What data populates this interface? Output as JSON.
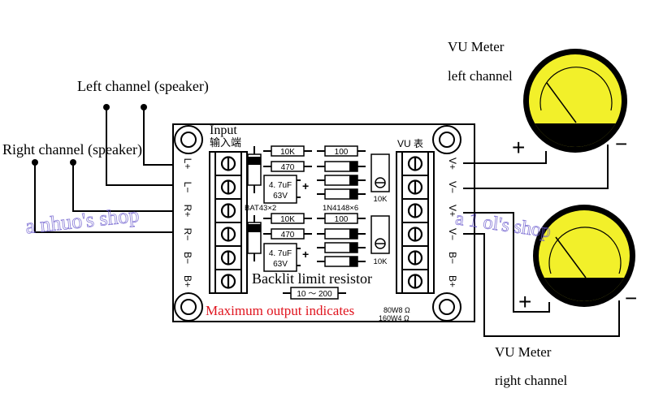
{
  "labels": {
    "left_channel": "Left channel (speaker)",
    "right_channel": "Right channel (speaker)",
    "vu_left_line1": "VU Meter",
    "vu_left_line2": "left channel",
    "vu_right_line1": "VU Meter",
    "vu_right_line2": "right channel",
    "input_en": "Input",
    "input_cn": "输入端",
    "vu_cn": "VU 表",
    "backlit": "Backlit limit resistor",
    "max_output": "Maximum output indicates",
    "power_line1": "80W8 Ω",
    "power_line2": "160W4 Ω",
    "plus": "+",
    "minus": "−"
  },
  "board": {
    "input_pins": [
      "L+",
      "L−",
      "R+",
      "R−",
      "B−",
      "B+"
    ],
    "output_pins": [
      "V+",
      "V−",
      "V+",
      "V−",
      "B−",
      "B+"
    ],
    "schottky_label": "BAT43×2",
    "diode_label": "1N4148×6",
    "resistors_top": [
      "10K",
      "470"
    ],
    "resistors_bottom": [
      "10K",
      "470"
    ],
    "res_100_top": "100",
    "res_100_bottom": "100",
    "cap_top": [
      "4. 7uF",
      "63V"
    ],
    "cap_bottom": [
      "4. 7uF",
      "63V"
    ],
    "cap_plus": "+",
    "trimpot_labels": [
      "10K",
      "10K"
    ],
    "backlit_resistor": "10 ～ 200"
  },
  "watermark": {
    "text1": "a nhuo's shop",
    "text2": "a 1 ol's shop"
  },
  "colors": {
    "meter_face": "#f2f02a",
    "ink": "#000000",
    "red_text": "#e0141e",
    "watermark": "#6a5acd"
  }
}
